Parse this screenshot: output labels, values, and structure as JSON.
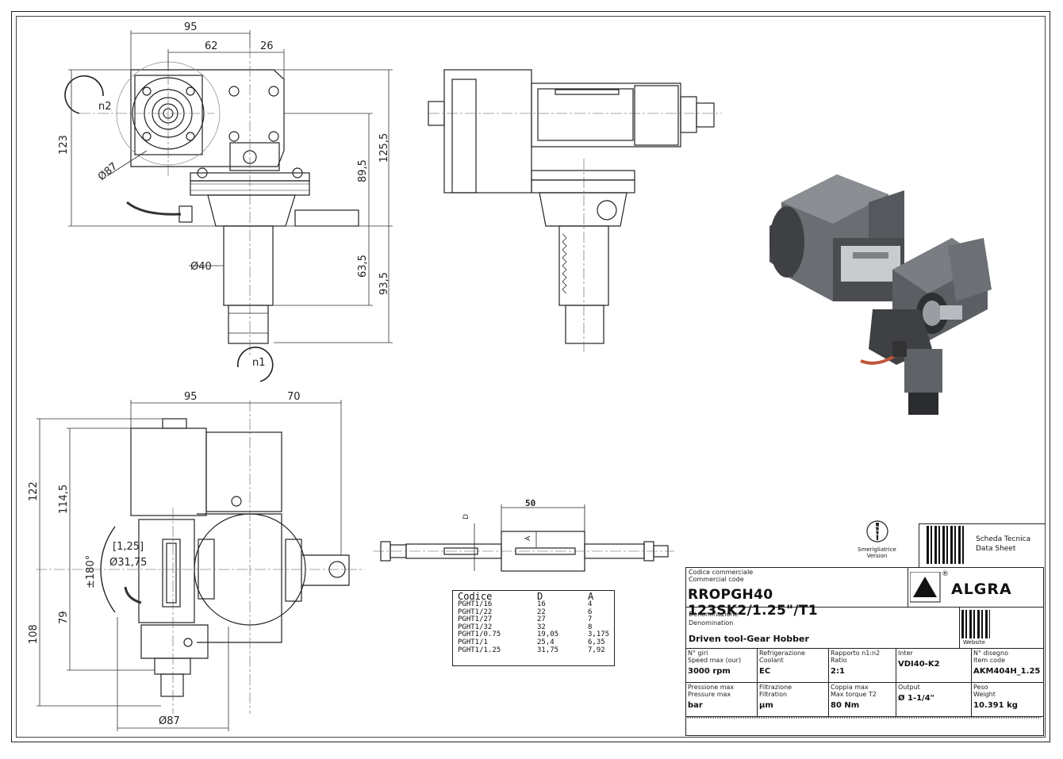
{
  "drawing": {
    "dimensions": {
      "top_view": {
        "w95": "95",
        "w62": "62",
        "w26": "26",
        "h123": "123",
        "h125_5": "125,5",
        "h89_5": "89,5",
        "h63_5": "63,5",
        "h93_5": "93,5",
        "d87": "Ø87",
        "d40": "Ø40",
        "n2": "n2",
        "n1": "n1"
      },
      "bottom_view": {
        "w95": "95",
        "w70": "70",
        "h122": "122",
        "h114_5": "114,5",
        "h79": "79",
        "h108": "108",
        "angle": "±180°",
        "d1_25": "[1,25]",
        "d31_75": "Ø31,75",
        "d87": "Ø87"
      },
      "arbor": {
        "len50": "50",
        "D": "D",
        "A": "A"
      }
    },
    "arbor_table": {
      "headers": [
        "Codice",
        "D",
        "A"
      ],
      "rows": [
        [
          "PGHT1/16",
          "16",
          "4"
        ],
        [
          "PGHT1/22",
          "22",
          "6"
        ],
        [
          "PGHT1/27",
          "27",
          "7"
        ],
        [
          "PGHT1/32",
          "32",
          "8"
        ],
        [
          "PGHT1/0.75",
          "19,05",
          "3,175"
        ],
        [
          "PGHT1/1",
          "25,4",
          "6,35"
        ],
        [
          "PGHT1/1.25",
          "31,75",
          "7,92"
        ]
      ]
    }
  },
  "title_block": {
    "code_label_it": "Codice commerciale",
    "code_label_en": "Commercial code",
    "code": "RROPGH40 123SK2/1.25\"/T1",
    "brand": "ALGRA",
    "brand_mark": "®",
    "denom_label_it": "Denominazione",
    "denom_label_en": "Denomination",
    "denomination": "Driven tool-Gear Hobber",
    "datasheet_it": "Scheda Tecnica",
    "datasheet_en": "Data Sheet",
    "version_it": "Smerigliatrice",
    "version_en": "Version",
    "website": "Website",
    "fields": [
      {
        "it": "N° giri",
        "en": "Speed max (our)",
        "value": "3000 rpm"
      },
      {
        "it": "Refrigerazione",
        "en": "Coolant",
        "value": "EC"
      },
      {
        "it": "Rapporto n1:n2",
        "en": "Ratio",
        "value": "2:1"
      },
      {
        "it": "Inter",
        "en": "",
        "value": "VDI40-K2"
      },
      {
        "it": "N° disegno",
        "en": "Item code",
        "value": "AKM404H_1.25"
      },
      {
        "it": "Pressione max",
        "en": "Pressure max",
        "value": "bar"
      },
      {
        "it": "Filtrazione",
        "en": "Filtration",
        "value": "µm"
      },
      {
        "it": "Coppia max",
        "en": "Max torque T2",
        "value": "80 Nm"
      },
      {
        "it": "Output",
        "en": "",
        "value": "Ø 1-1/4\""
      },
      {
        "it": "Peso",
        "en": "Weight",
        "value": "10.391 kg"
      }
    ]
  },
  "colors": {
    "line": "#222222",
    "body_gray": "#5f6266",
    "dark_gray": "#3a3c40",
    "copper": "#c0563a"
  }
}
